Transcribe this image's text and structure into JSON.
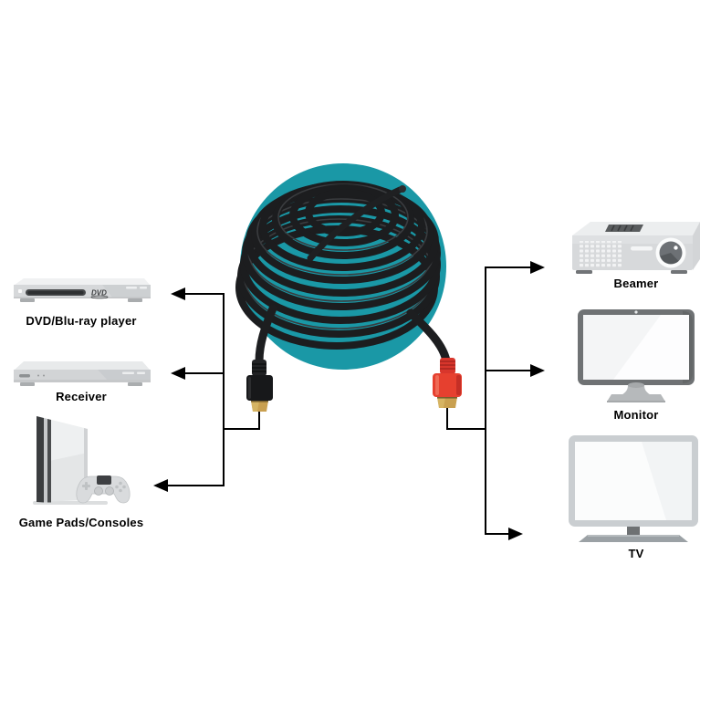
{
  "diagram": {
    "type": "product-connection-diagram",
    "product": "HDMI cable (coiled) connecting sources to displays",
    "background_color": "#ffffff",
    "accent_circle_color": "#1a98a6",
    "line_color": "#000000",
    "cable": {
      "coil_color": "#1c1d1f",
      "left_connector": {
        "name": "hdmi-connector-black",
        "body_color": "#17181a",
        "tip_color": "#c9a050"
      },
      "right_connector": {
        "name": "hdmi-connector-red",
        "body_color": "#e6402f",
        "tip_color": "#c9a050"
      }
    },
    "left_devices": [
      {
        "label": "DVD/Blu-ray player",
        "icon": "dvd-blu-ray-player-icon"
      },
      {
        "label": "Receiver",
        "icon": "receiver-icon"
      },
      {
        "label": "Game Pads/Consoles",
        "icon": "game-console-icon"
      }
    ],
    "right_devices": [
      {
        "label": "Beamer",
        "icon": "beamer-projector-icon"
      },
      {
        "label": "Monitor",
        "icon": "monitor-icon"
      },
      {
        "label": "TV",
        "icon": "tv-icon"
      }
    ],
    "dvd_logo_text": "DVD"
  }
}
